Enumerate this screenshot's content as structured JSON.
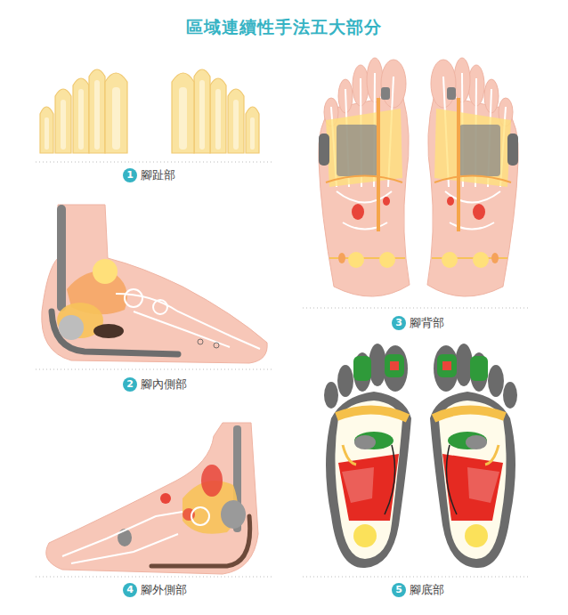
{
  "diagram": {
    "title": "區域連續性手法五大部分",
    "labels": [
      "1",
      "腳趾部",
      "2",
      "腳內側部",
      "3",
      "腳背部",
      "4",
      "腳外側部",
      "5",
      "腳底部"
    ]
  }
}
